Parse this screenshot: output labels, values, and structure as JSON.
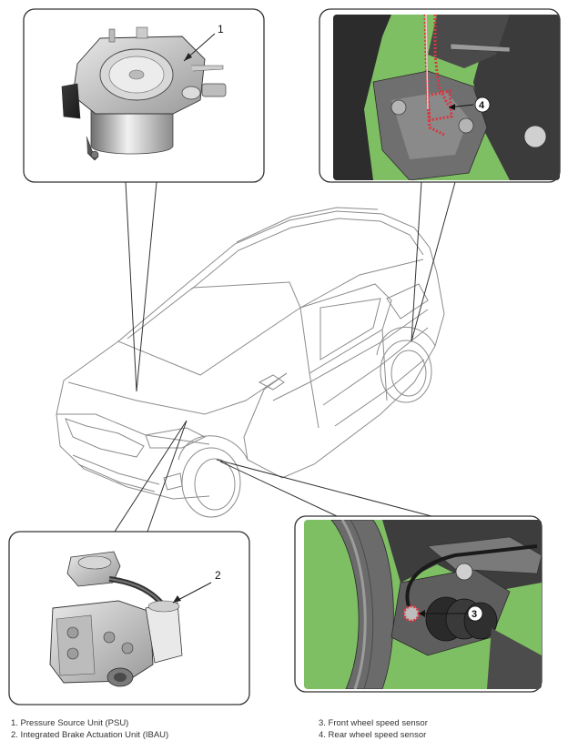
{
  "callouts": {
    "psu": "1",
    "ibau": "2",
    "front_sensor": "3",
    "rear_sensor": "4"
  },
  "legend": [
    "1. Pressure Source Unit (PSU)",
    "2. Integrated Brake Actuation Unit (IBAU)",
    "3. Front wheel speed sensor",
    "4. Rear wheel speed sensor"
  ],
  "colors": {
    "photo_background": "#7fbf63",
    "sensor_highlight": "#d9363e",
    "frame_stroke": "#333333"
  }
}
